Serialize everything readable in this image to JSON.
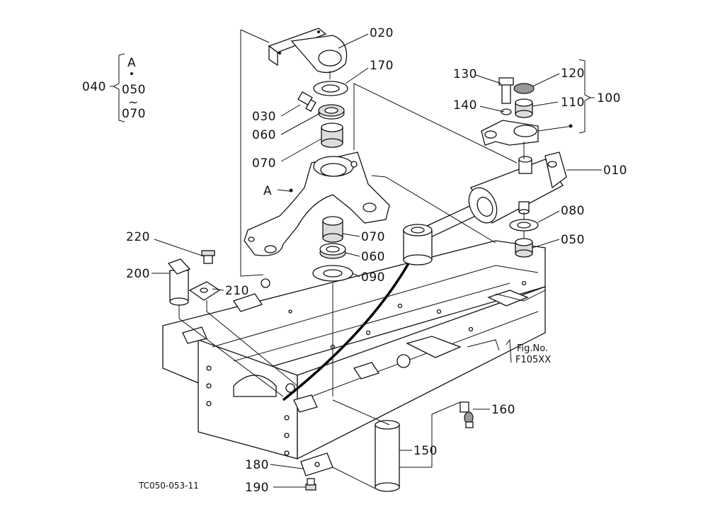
{
  "diagram": {
    "parts": {
      "p010": "010",
      "p020": "020",
      "p030": "030",
      "p040": "040",
      "p050a": "050",
      "p050b": "050",
      "p060a": "060",
      "p060b": "060",
      "p070a": "070",
      "p070b": "070",
      "p070c": "070",
      "p080": "080",
      "p090": "090",
      "p100": "100",
      "p110": "110",
      "p120": "120",
      "p130": "130",
      "p140": "140",
      "p150": "150",
      "p160": "160",
      "p170": "170",
      "p180": "180",
      "p190": "190",
      "p200": "200",
      "p210": "210",
      "p220": "220"
    },
    "group_marker": "A",
    "arm_marker": "A",
    "tilde": "~",
    "fig_ref_label": "Fig.No.",
    "fig_ref_code": "F105XX",
    "drawing_code": "TC050-053-11"
  }
}
